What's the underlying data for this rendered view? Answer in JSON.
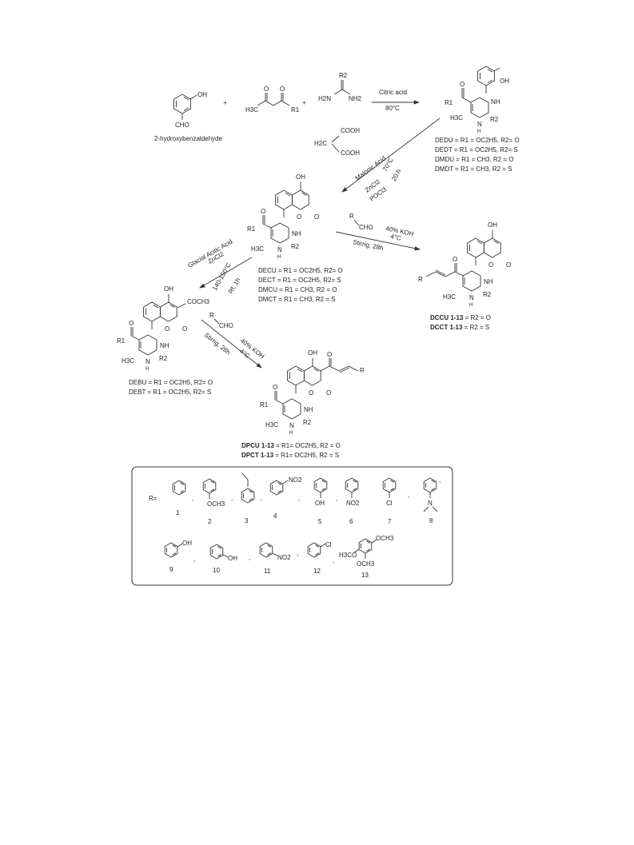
{
  "scheme": {
    "reagents": {
      "salicylaldehyde_label": "2-hydroxybenzaldehyde",
      "oh": "OH",
      "cho": "CHO",
      "plus": "+",
      "h3c": "H3C",
      "r1": "R1",
      "r2": "R2",
      "h2n": "H2N",
      "nh2": "NH2"
    },
    "steps": {
      "step1_reagent": "Citric acid",
      "step1_temp": "80°C",
      "step2_reagent": "Malonic Acid",
      "step2_cat": "ZnCl2",
      "step2_cat2": "POCl3",
      "step2_temp": "70°C",
      "step2_time": "20 h",
      "malonic_cooh1": "COOH",
      "malonic_cooh2": "COOH",
      "malonic_h2c": "H2C",
      "step3_reagent": "R",
      "step3_cho": "CHO",
      "step3_base": "40% KOH",
      "step3_temp": "4°C",
      "step3_time": "Stirrig, 28h",
      "step4_reagent": "Glacial Acitic Acid",
      "step4_cat": "ZnCl2",
      "step4_temp": "140-150°C",
      "step4_time": "Rf, 1h",
      "step5_reagent": "R",
      "step5_cho": "CHO",
      "step5_base": "40% KOH",
      "step5_temp": "4°C",
      "step5_time": "Stirrig, 28h"
    },
    "products": {
      "dhpm_list": [
        "DEDU = R1 = OC2H5, R2= O",
        "DEDT = R1 = OC2H5, R2= S",
        "DMDU = R1 = CH3, R2 = O",
        "DMDT = R1 = CH3, R2 = S"
      ],
      "coumarin_list": [
        "DECU = R1 = OC2H5, R2= O",
        "DECT = R1 = OC2H5, R2= S",
        "DMCU = R1 = CH3, R2 = O",
        "DMCT = R1 = CH3, R2 = S"
      ],
      "acetyl_list": [
        "DEBU = R1 = OC2H5, R2= O",
        "DEBT = R1 = OC2H5, R2= S"
      ],
      "dccu": "DCCU  1-13",
      "dccu_def": " = R2 = O",
      "dcct": "DCCT  1-13",
      "dcct_def": " = R2 = S",
      "dpcu": "DPCU  1-13",
      "dpcu_def": " = R1= OC2H5, R2 = O",
      "dpct": "DPCT  1-13",
      "dpct_def": " = R1= OC2H5, R2 = S",
      "nh": "NH",
      "n_h": "N",
      "h": "H",
      "h3c": "H3C",
      "coch3": "COCH3",
      "o": "O",
      "oh": "OH"
    },
    "r_groups": {
      "label": "R=",
      "items": [
        {
          "num": "1",
          "sub": ""
        },
        {
          "num": "2",
          "sub": "OCH3"
        },
        {
          "num": "3",
          "sub": ""
        },
        {
          "num": "4",
          "sub": "NO2"
        },
        {
          "num": "5",
          "sub": "OH"
        },
        {
          "num": "6",
          "sub": "NO2"
        },
        {
          "num": "7",
          "sub": "Cl"
        },
        {
          "num": "8",
          "sub": "N"
        },
        {
          "num": "9",
          "sub": "OH"
        },
        {
          "num": "10",
          "sub": "OH"
        },
        {
          "num": "11",
          "sub": "NO2"
        },
        {
          "num": "12",
          "sub": "Cl"
        },
        {
          "num": "13",
          "sub": "OCH3"
        }
      ],
      "h3co": "H3CO",
      "och3_top": "OCH3"
    }
  }
}
